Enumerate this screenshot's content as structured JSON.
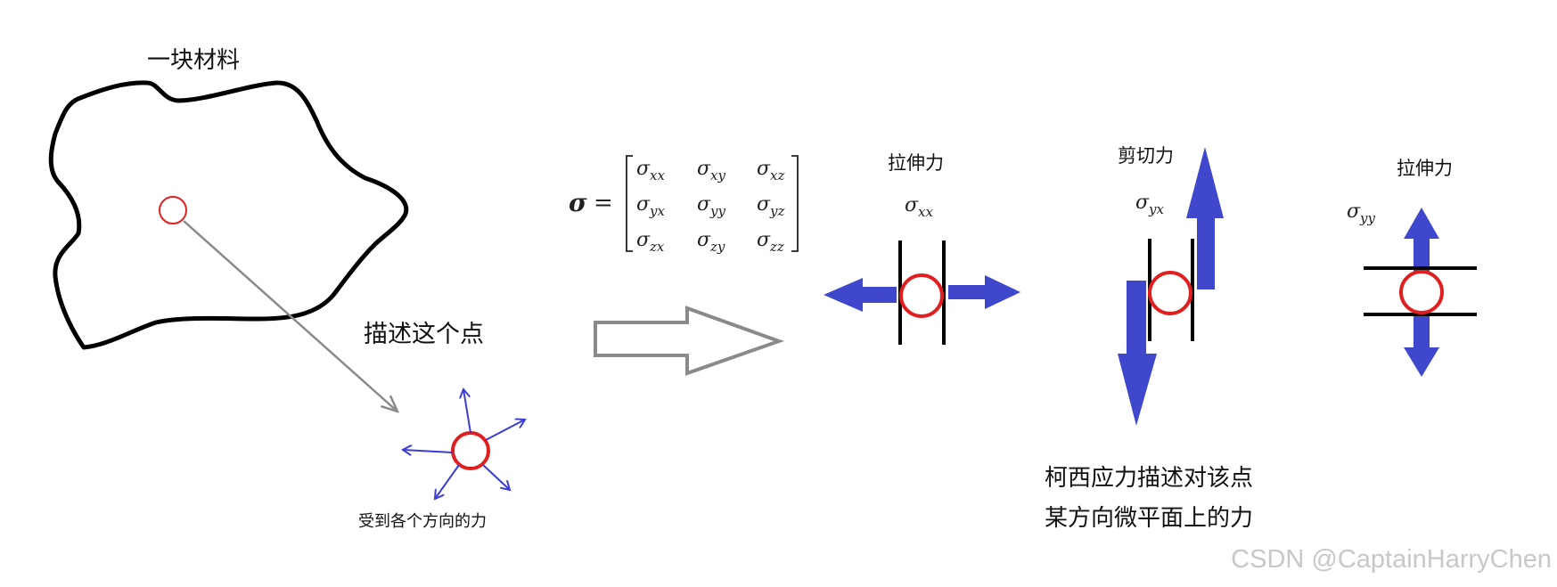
{
  "labels": {
    "material": "一块材料",
    "describe_point": "描述这个点",
    "forces_all_directions": "受到各个方向的力",
    "tensile_1": "拉伸力",
    "shear": "剪切力",
    "tensile_2": "拉伸力",
    "cauchy_line1": "柯西应力描述对该点",
    "cauchy_line2": "某方向微平面上的力"
  },
  "stress_symbols": {
    "tensile_1": {
      "base": "σ",
      "sub": "xx"
    },
    "shear": {
      "base": "σ",
      "sub": "yx"
    },
    "tensile_2": {
      "base": "σ",
      "sub": "yy"
    }
  },
  "matrix": {
    "lhs": "σ",
    "equals": "=",
    "base": "σ",
    "rows": [
      [
        "xx",
        "xy",
        "xz"
      ],
      [
        "yx",
        "yy",
        "yz"
      ],
      [
        "zx",
        "zy",
        "zz"
      ]
    ]
  },
  "watermark": "CSDN @CaptainHarryChen",
  "colors": {
    "outline": "#000000",
    "point": "#e02020",
    "force_arrow": "#3f48cc",
    "thin_arrow": "#3b3bd6",
    "pointer": "#8a8a8a",
    "watermark": "#c8c8c8"
  }
}
